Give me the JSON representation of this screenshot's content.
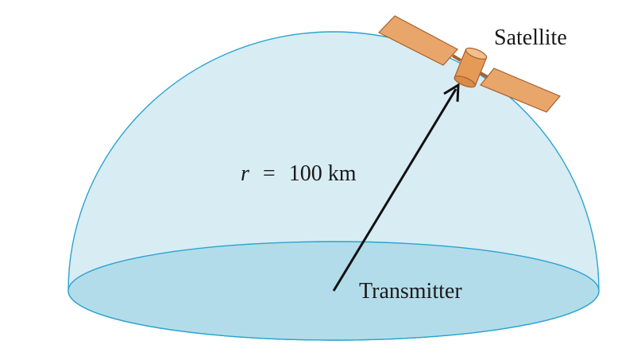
{
  "labels": {
    "satellite": "Satellite",
    "transmitter": "Transmitter",
    "radius_var": "r",
    "radius_eq": "=",
    "radius_value": "100 km"
  },
  "colors": {
    "dome_fill": "#d8ecf4",
    "dome_stroke": "#2aa3cf",
    "base_fill": "#b3dcea",
    "panel_fill": "#e9a66b",
    "panel_stroke": "#a8602d",
    "arrow": "#111111"
  }
}
